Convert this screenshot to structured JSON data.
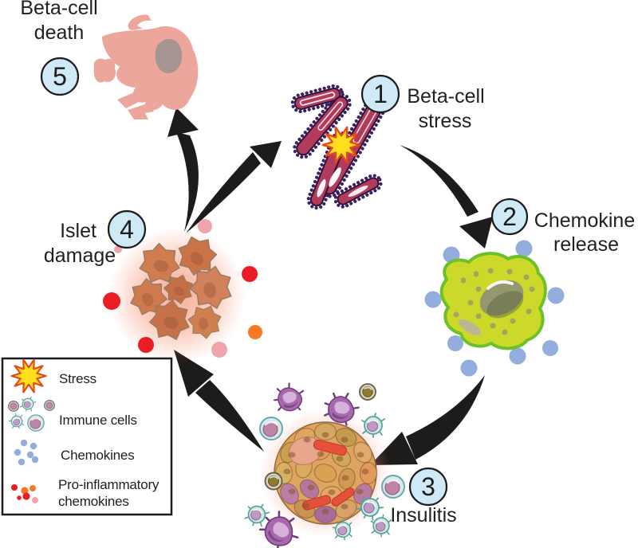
{
  "figure": {
    "background": "#ffffff",
    "steps": [
      {
        "number": "1",
        "label": "Beta-cell stress",
        "lines": [
          "Beta-cell",
          "stress"
        ]
      },
      {
        "number": "2",
        "label": "Chemokine release",
        "lines": [
          "Chemokine",
          "release"
        ]
      },
      {
        "number": "3",
        "label": "Insulitis",
        "lines": [
          "Insulitis"
        ]
      },
      {
        "number": "4",
        "label": "Islet damage",
        "lines": [
          "Islet",
          "damage"
        ]
      },
      {
        "number": "5",
        "label": "Beta-cell death",
        "lines": [
          "Beta-cell",
          "death"
        ]
      }
    ],
    "legend": {
      "items": [
        {
          "key": "stress",
          "label": "Stress",
          "lines": [
            "Stress"
          ]
        },
        {
          "key": "immune-cells",
          "label": "Immune cells",
          "lines": [
            "Immune cells"
          ]
        },
        {
          "key": "chemokines",
          "label": "Chemokines",
          "lines": [
            "Chemokines"
          ]
        },
        {
          "key": "pro-inflammatory-chemokines",
          "label": "Pro-inflammatory chemokines",
          "lines": [
            "Pro-inflammatory",
            "chemokines"
          ]
        }
      ]
    },
    "colors": {
      "badge_fill": "#cfeaf6",
      "badge_border": "#1c1c1c",
      "arrow": "#1e1b1b",
      "text": "#242021",
      "stress_star": "#ffdf1b",
      "stress_star_outline": "#e8481e",
      "er_body": "#b23a5c",
      "er_ribosomes": "#3b2066",
      "chemokine_cell": "#ccd92b",
      "chemokine_cell_outline": "#6cc02a",
      "chemokine_dot": "#93aedd",
      "islet_base": "#dfa55e",
      "immune_macrophage": "#a868ae",
      "immune_lymphocyte_rim": "#56a39b",
      "damaged_cell": "#cd7647",
      "dead_cell": "#eda69c",
      "dead_cell_nucleus": "#a5948f",
      "proinflammatory_red": "#ec1c24",
      "proinflammatory_orange": "#f47920",
      "proinflammatory_pink": "#efa4ae"
    }
  }
}
